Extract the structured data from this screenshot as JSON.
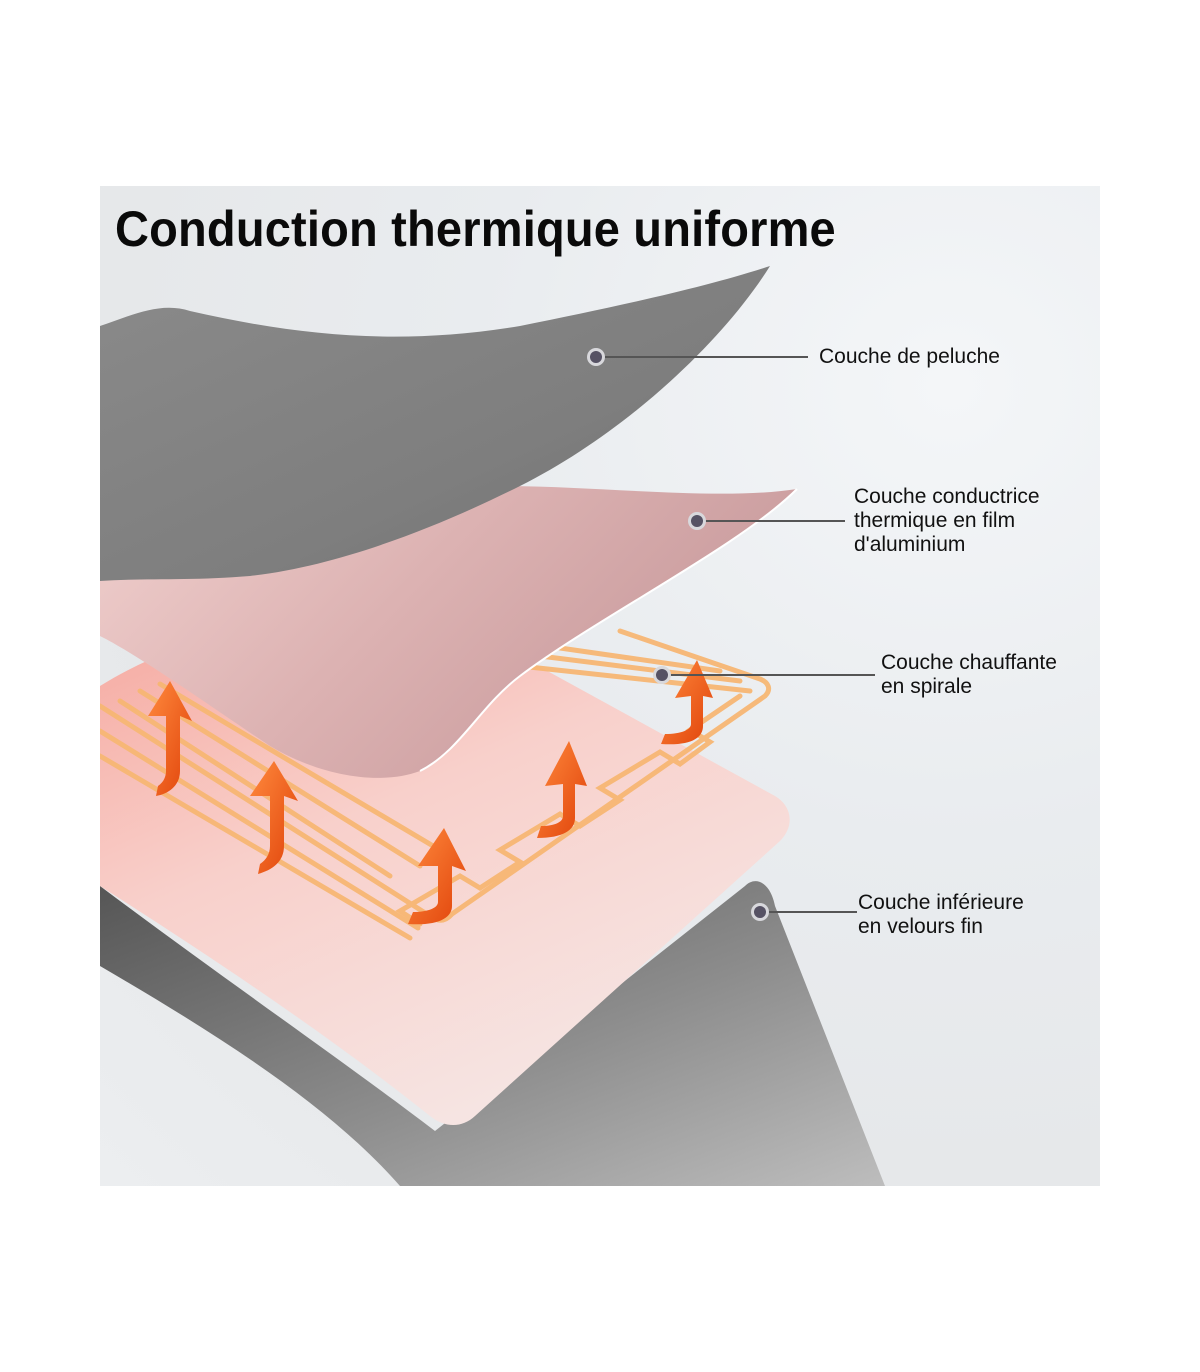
{
  "title": "Conduction thermique uniforme",
  "colors": {
    "plush_layer": "#838383",
    "foil_layer": "#dcb4b4",
    "heating_wire": "#f7b774",
    "heat_arrow": "#ff5a12",
    "base_top": "#f7d8d4",
    "base_edge": "#a8a8a8",
    "callout_dot": "#565264",
    "callout_line": "#555555"
  },
  "layers": [
    {
      "id": "plush",
      "label": "Couche de peluche"
    },
    {
      "id": "foil",
      "label": "Couche conductrice\nthermique en film\nd'aluminium"
    },
    {
      "id": "heating",
      "label": "Couche chauffante\nen spirale"
    },
    {
      "id": "bottom",
      "label": "Couche inférieure\nen velours fin"
    }
  ],
  "icons": {
    "callout_marker": "circle-dot",
    "heat_arrow": "curved-up-arrow"
  }
}
